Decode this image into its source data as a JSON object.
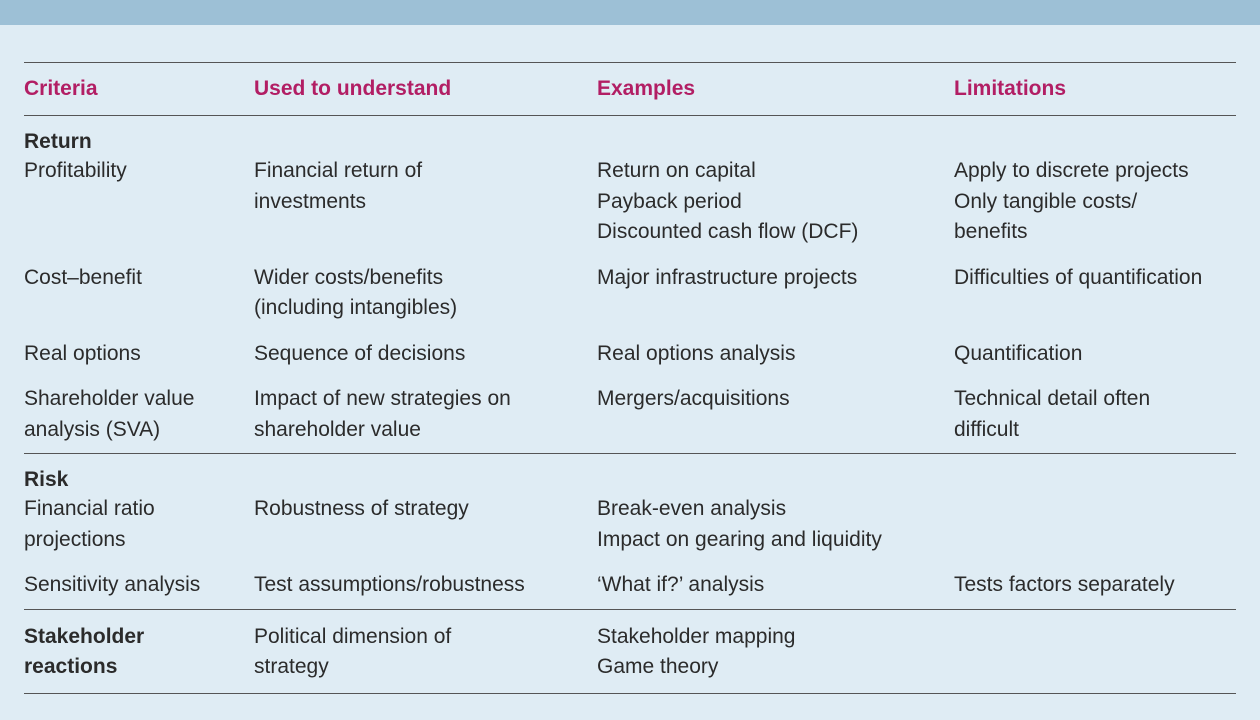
{
  "headers": [
    "Criteria",
    "Used to understand",
    "Examples",
    "Limitations"
  ],
  "sections": [
    {
      "title": "Return",
      "rows": [
        {
          "criteria": [
            "Profitability"
          ],
          "used": [
            "Financial return of",
            "investments"
          ],
          "examples": [
            "Return on capital",
            "Payback period",
            "Discounted cash flow (DCF)"
          ],
          "limitations": [
            "Apply to discrete projects",
            "Only tangible costs/",
            "benefits"
          ]
        },
        {
          "criteria": [
            "Cost–benefit"
          ],
          "used": [
            "Wider costs/benefits",
            "(including intangibles)"
          ],
          "examples": [
            "Major infrastructure projects"
          ],
          "limitations": [
            "Difficulties of quantification"
          ]
        },
        {
          "criteria": [
            "Real options"
          ],
          "used": [
            "Sequence of decisions"
          ],
          "examples": [
            "Real options analysis"
          ],
          "limitations": [
            "Quantification"
          ]
        },
        {
          "criteria": [
            "Shareholder value",
            "analysis (SVA)"
          ],
          "used": [
            "Impact of new strategies on",
            "shareholder value"
          ],
          "examples": [
            "Mergers/acquisitions"
          ],
          "limitations": [
            "Technical detail often",
            "difficult"
          ]
        }
      ]
    },
    {
      "title": "Risk",
      "rows": [
        {
          "criteria": [
            "Financial ratio",
            "projections"
          ],
          "used": [
            "Robustness of strategy"
          ],
          "examples": [
            "Break-even analysis",
            "Impact on gearing and liquidity"
          ],
          "limitations": []
        },
        {
          "criteria": [
            "Sensitivity analysis"
          ],
          "used": [
            "Test assumptions/robustness"
          ],
          "examples": [
            "‘What if?’ analysis"
          ],
          "limitations": [
            "Tests factors separately"
          ]
        }
      ]
    }
  ],
  "stakeholder_row": {
    "criteria": [
      "Stakeholder",
      "reactions"
    ],
    "used": [
      "Political dimension of",
      "strategy"
    ],
    "examples": [
      "Stakeholder mapping",
      "Game theory"
    ],
    "limitations": []
  }
}
